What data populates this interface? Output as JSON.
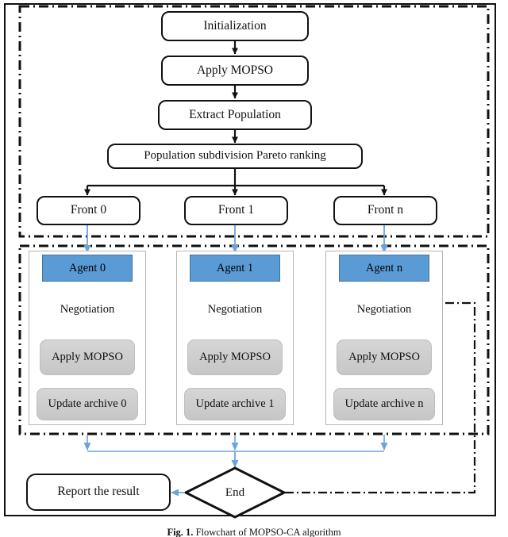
{
  "figure": {
    "caption_prefix": "Fig. 1.",
    "caption_text": " Flowchart of MOPSO-CA algorithm"
  },
  "colors": {
    "agent_blue": "#5b9bd5",
    "agent_blue_border": "#41719c",
    "gray_box": "#cfcfcf",
    "negotiation_red": "#e02020",
    "arrow_blue": "#5b9bd5",
    "arrow_black": "#111111",
    "panel_border": "#b6b6b6",
    "frame_black": "#111111"
  },
  "top_section": {
    "name": "pareto-ranking-stage",
    "steps": [
      {
        "id": "initialization",
        "label": "Initialization"
      },
      {
        "id": "apply-mopso",
        "label": "Apply MOPSO"
      },
      {
        "id": "extract-population",
        "label": "Extract Population"
      },
      {
        "id": "population-subdivision",
        "label": "Population subdivision Pareto ranking"
      }
    ],
    "fronts": [
      {
        "id": "front-0",
        "label": "Front 0"
      },
      {
        "id": "front-1",
        "label": "Front 1"
      },
      {
        "id": "front-n",
        "label": "Front n"
      }
    ]
  },
  "agent_section": {
    "name": "multi-agent-stage",
    "agents": [
      {
        "id": "agent-0",
        "header": "Agent 0",
        "negotiation": "Negotiation",
        "mopso": "Apply MOPSO",
        "archive": "Update archive 0"
      },
      {
        "id": "agent-1",
        "header": "Agent 1",
        "negotiation": "Negotiation",
        "mopso": "Apply MOPSO",
        "archive": "Update archive 1"
      },
      {
        "id": "agent-n",
        "header": "Agent n",
        "negotiation": "Negotiation",
        "mopso": "Apply MOPSO",
        "archive": "Update archive n"
      }
    ]
  },
  "bottom_section": {
    "end_label": "End",
    "report_label": "Report the result"
  }
}
